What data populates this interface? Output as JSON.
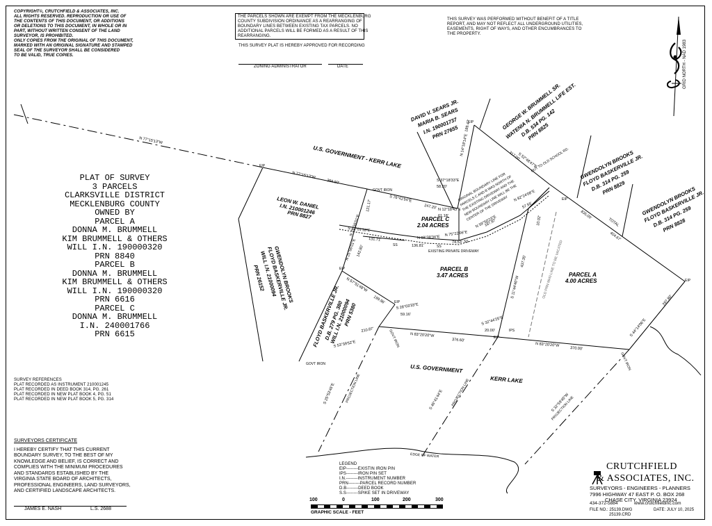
{
  "copyright": [
    "COPYRIGHT©, CRUTCHFIELD & ASSOCIATES, INC.",
    "ALL RIGHTS RESERVED.  REPRODUCTION OR USE OF",
    "THE CONTENTS OF THIS DOCUMENT, OR ADDITIONS",
    "OR DELETIONS TO THIS DOCUMENT, IN WHOLE OR IN",
    "PART, WITHOUT WRITTEN CONSENT OF THE LAND",
    "SURVEYOR, IS PROHIBITED.",
    "ONLY COPIES FROM THE ORIGINAL OF THIS DOCUMENT,",
    "MARKED WITH AN ORIGINAL SIGNATURE AND STAMPED",
    "SEAL OF THE SURVEYOR SHALL BE CONSIDERED",
    "TO BE VALID, TRUE COPIES."
  ],
  "exempt_note": [
    "THE PARCELS SHOWN ARE EXEMPT FROM THE MECKLENBURG",
    "COUNTY SUBDIVISION ORDINANCE AS A REARRANGING OF",
    "BOUNDARY LINES BETWEEN EXISTING TAX PARCELS.  NO",
    "ADDITIONAL PARCELS WILL BE FORMED AS A RESULT OF THIS",
    "REARRANGING."
  ],
  "approval": {
    "text": "THIS SURVEY PLAT IS HEREBY APPROVED FOR RECORDING",
    "admin_label": "ZONING ADMINISTRATOR",
    "date_label": "DATE"
  },
  "title_report_note": [
    "THIS SURVEY WAS PERFORMED WITHOUT BENEFIT OF A TITLE",
    "REPORT, AND MAY NOT REFLECT ALL UNDERGROUND UTILITIES,",
    "EASEMENTS, RIGHT OF WAYS, AND OTHER ENCUMBRANCES TO",
    "THE PROPERTY."
  ],
  "north_label": "GRID NORTH - NAD 1983",
  "plat_title": [
    "PLAT OF SURVEY",
    "3 PARCELS",
    "CLARKSVILLE DISTRICT",
    "MECKLENBURG COUNTY",
    "OWNED BY",
    "PARCEL A",
    "DONNA M. BRUMMELL",
    "KIM BRUMMELL & OTHERS",
    "WILL I.N. 190000320",
    "PRN 8840",
    "PARCEL B",
    "DONNA M. BRUMMELL",
    "KIM BRUMMELL & OTHERS",
    "WILL I.N. 190000320",
    "PRN 6616",
    "PARCEL C",
    "DONNA M. BRUMMELL",
    "I.N. 240001766",
    "PRN 6615"
  ],
  "survey_refs": {
    "heading": "SURVEY REFERENCES",
    "items": [
      "PLAT RECORDED AS INSTRUMENT 210001245",
      "PLAT RECORDED IN DEED BOOK 314, PG. 261",
      "PLAT RECORDED IN NEW PLAT BOOK 4, PG. 51",
      "PLAT RECORDED IN NEW PLAT BOOK 5, PG. 314"
    ]
  },
  "certificate": {
    "heading": "SURVEYORS CERTIFICATE",
    "lines": [
      "I HEREBY CERTIFY THAT THIS CURRENT",
      "BOUNDARY SURVEY, TO THE BEST OF MY",
      "KNOWLEDGE AND BELIEF, IS CORRECT AND",
      "COMPLIES WITH THE MINIMUM PROCEDURES",
      "AND STANDARDS ESTABLISHED BY THE",
      "VIRGINIA STATE BOARD OF ARCHITECTS,",
      "PROFESSIONAL ENGINEERS, LAND SURVEYORS,",
      "AND CERTIFIED LANDSCAPE ARCHITECTS."
    ],
    "surveyor": "JAMES E. NASH",
    "license": "L.S. 2688"
  },
  "legend": {
    "heading": "LEGEND",
    "items": [
      "EIP--------EXISTIN IRON PIN",
      "IPS--------IRON PIN SET",
      "I.N.--------INSTRUMENT NUMBER",
      "PRN--------PARCEL RECORD NUMBER",
      "D.B--------DEED BOOK",
      "S.S--------SPIKE SET IN DRIVEWAY"
    ]
  },
  "scale": {
    "ticks": [
      "100",
      "0",
      "100",
      "200",
      "300"
    ],
    "label": "GRAPHIC SCALE - FEET"
  },
  "firm": {
    "name_line1": "CRUTCHFIELD",
    "name_line2": "& ASSOCIATES, INC.",
    "services": "SURVEYORS - ENGINEERS - PLANNERS",
    "address": "7996 HIGHWAY 47 EAST    P. O. BOX 268",
    "city": "CHASE CITY, VIRGINIA  23924",
    "phone": "434-372-5884",
    "web": "www.crutchfieldinc.com",
    "file_label": "FILE NO.:",
    "files": [
      "25139.DWG",
      "25139.CRD"
    ],
    "date_label": "DATE:",
    "date": "JULY 10, 2025"
  },
  "map_labels": {
    "gov_kerr_lake_top": "U.S. GOVERNMENT - KERR LAKE",
    "gov_kerr_lake_bottom_1": "U.S. GOVERNMENT",
    "gov_kerr_lake_bottom_2": "KERR LAKE",
    "parcel_a": "PARCEL A",
    "parcel_a_area": "4.00 ACRES",
    "parcel_b": "PARCEL B",
    "parcel_b_area": "3.47 ACRES",
    "parcel_c": "PARCEL C",
    "parcel_c_area": "2.04 ACRES",
    "daniel": [
      "LEON W. DANIEL",
      "I.N. 210001246",
      "PRN 8827"
    ],
    "sears": [
      "DAVID V. SEARS JR.",
      "MARIA B. SEARS",
      "I.N. 190001737",
      "PRN 27655"
    ],
    "brummell_sr": [
      "GEORGE W. BRUMMELL SR.",
      "WATENIA N. BRUMMELL LIFE EST.",
      "D.B. 534 PG. 142",
      "PRN 8825"
    ],
    "brooks_1": [
      "GWENDOLYN BROOKS",
      "FLOYD BASKERVILLE JR.",
      "D.B. 314 PG. 259",
      "PRN 8829"
    ],
    "brooks_2": [
      "GWENDOLYN BROOKS",
      "FLOYD BASKERVILLE JR.",
      "D.B. 314 PG. 259",
      "PRN 8828"
    ],
    "brooks_3": [
      "GWENDOLYN BROOKS",
      "FLOYD BASKERVILLE JR.",
      "WILL I.N. 21000094",
      "PRN 26152"
    ],
    "baskerville": [
      "FLOYD BASKERVILLE JR.",
      "D.B. 279 PG. 380",
      "WILL I.N. 21000094",
      "PRN 5380"
    ],
    "driveway": "EXISTING  PRIVATE  DRIVEWAY",
    "old_school": "OUT TO OLD SCHOOL RD.",
    "old_line": "OLD PRN 8840 LINE TO BE VACATED",
    "orig_boundary": [
      "ORIGINAL BOUNDARY LINE FOR",
      "PARCELS C AND B WAS NORTH OF",
      "THE EXISTING DRIVEWAY AND THE",
      "NEW BOUNDARY LINE WILL BE THE",
      "CENTER OF THE DRIVEWAY"
    ],
    "edge_water": "EDGE   OF   WATER",
    "projection": "PROJECTION LINE",
    "govt_iron": "GOVT IRON",
    "eip": "EIP",
    "ips": "IPS",
    "ss": "SS",
    "total": "TOTAL"
  },
  "bearings": {
    "b1": "N 77°15'13\"W",
    "b2": "N 77°15'13\"W",
    "d2": "356.50'",
    "b3": "S 76°41'54\"E",
    "d3": "247.20'",
    "b4": "N 14°18'14\"E",
    "d4": "189.47'",
    "b5": "S 52°48'47\"E",
    "d5": "317.00'",
    "d6": "835.00'",
    "d6b": "404.67'",
    "b7": "S 72°01'18\"E",
    "d7": "131.71'",
    "b8": "N 69°38'34\"E",
    "d8": "136.81'",
    "b9": "N 75°22'06\"E",
    "d9": "74.53'",
    "b10": "N 59°50'23\"E",
    "d10": "187.87'",
    "b11": "S 11°44'40\"W",
    "d11": "437.35'",
    "b12": "N 83°20'20\"W",
    "d12": "376.60'",
    "b13": "N 83°20'20\"W",
    "d13": "370.00'",
    "b14": "S 44°14'06\"E",
    "d14": "287.80'",
    "b15": "N 57°51'48\"W",
    "d15": "199.96'",
    "b16": "S 28°03'33\"E",
    "d16": "59.16'",
    "b17": "S 53°39'52\"E",
    "d17": "210.87'",
    "b18": "N 25°56'01\"E",
    "d18": "142.80'",
    "b19": "S 32°44'25\"E",
    "d19": "20.00'",
    "b20": "N 12°18'43\"E",
    "d20": "61.18'",
    "b21": "S 37°18'33\"E",
    "d21": "58.20'",
    "b22": "N 82°24'08\"E",
    "d22": "57.55'",
    "d23": "121.17'",
    "d24": "10.02'",
    "b25": "S 25°53'46\"E",
    "b26": "S 46°41'44\"E",
    "b27": "S 32°59'45\"W"
  }
}
